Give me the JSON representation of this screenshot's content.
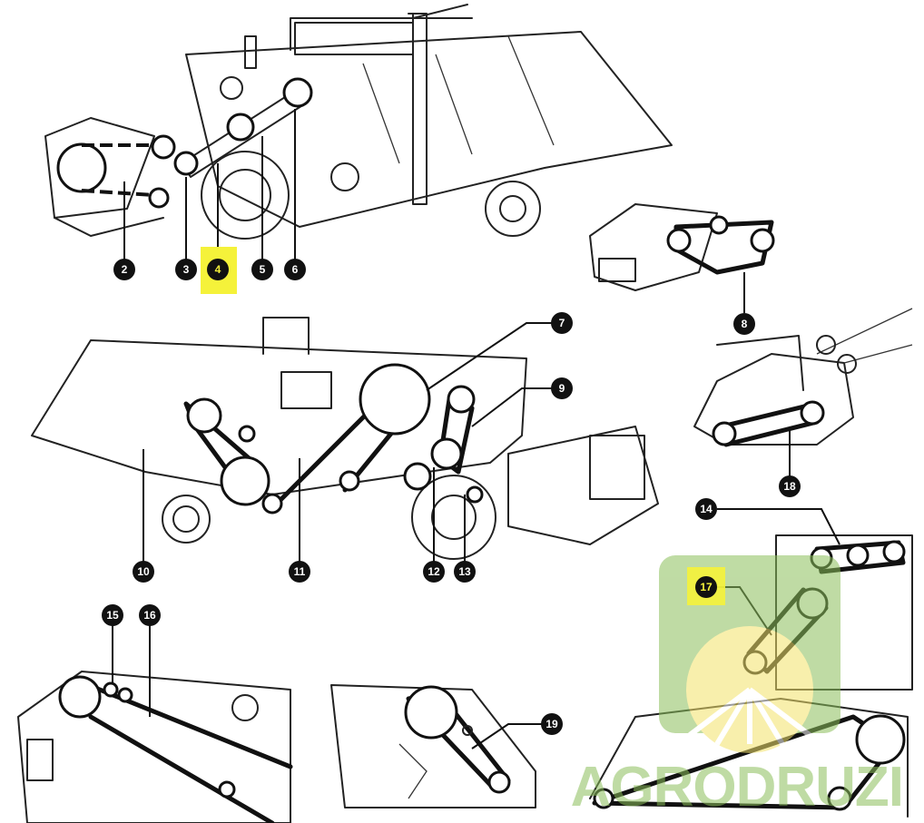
{
  "callouts": {
    "n2": "2",
    "n3": "3",
    "n4": "4",
    "n5": "5",
    "n6": "6",
    "n7": "7",
    "n8": "8",
    "n9": "9",
    "n10": "10",
    "n11": "11",
    "n12": "12",
    "n13": "13",
    "n14": "14",
    "n15": "15",
    "n16": "16",
    "n17": "17",
    "n18": "18",
    "n19": "19"
  },
  "highlights": {
    "color": "#f5f23a",
    "items": [
      "4",
      "17"
    ]
  },
  "watermark": {
    "text": "AGRODRUZI",
    "colors": [
      "#8bbf5a",
      "#f3e26a"
    ]
  }
}
